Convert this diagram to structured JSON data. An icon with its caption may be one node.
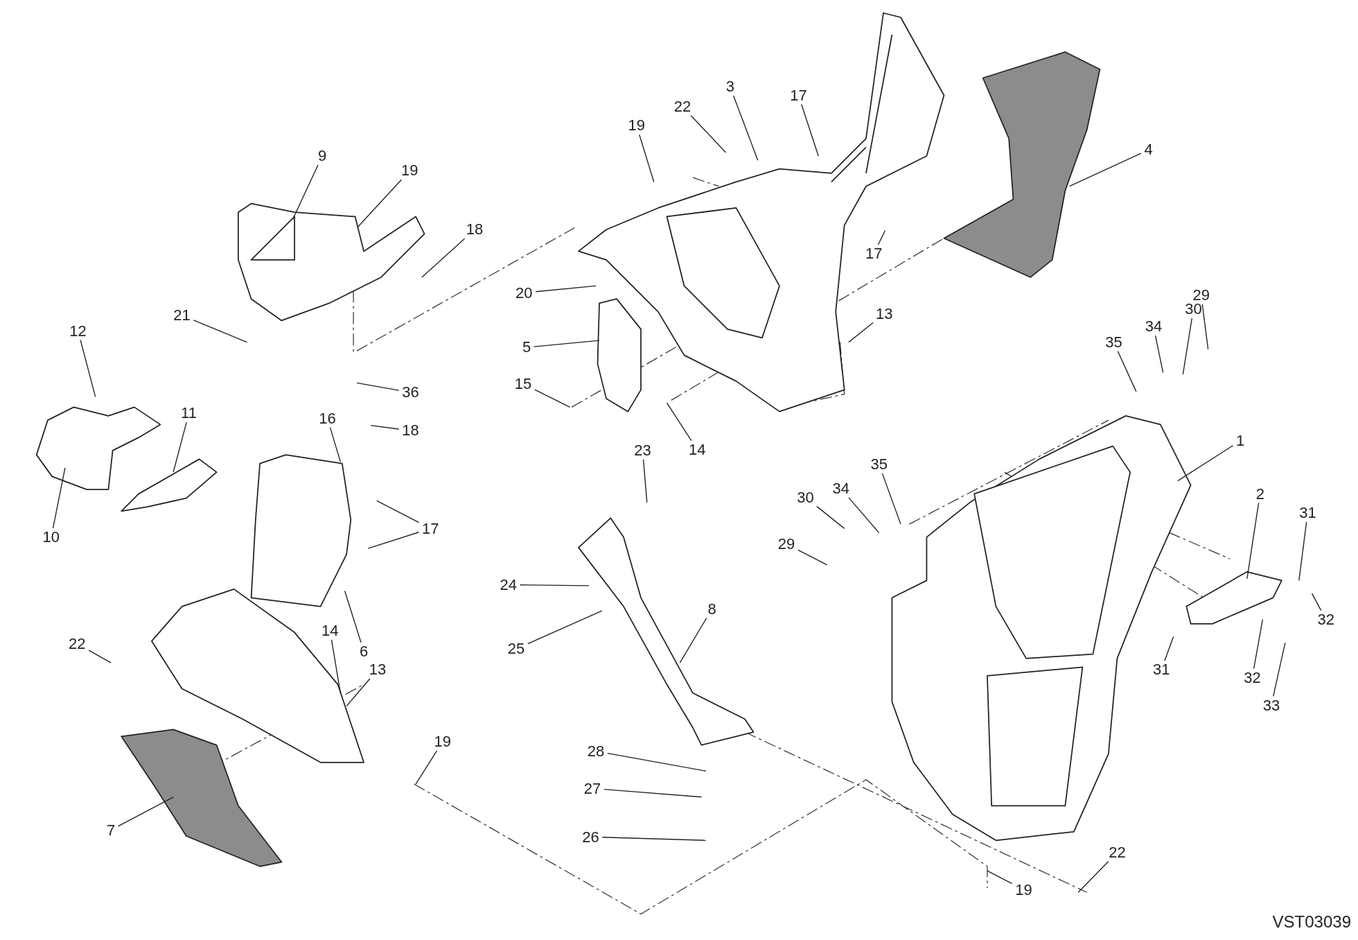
{
  "diagram": {
    "nodes": [
      {
        "text": [
          "3"
        ]
      },
      {
        "text": [
          "17"
        ]
      },
      {
        "text": [
          "22"
        ]
      },
      {
        "text": [
          "19"
        ]
      },
      {
        "text": [
          "4"
        ]
      },
      {
        "text": [
          "9"
        ]
      },
      {
        "text": [
          "19"
        ]
      },
      {
        "text": [
          "18"
        ]
      },
      {
        "text": [
          "17"
        ]
      },
      {
        "text": [
          "20"
        ]
      },
      {
        "text": [
          "21"
        ]
      },
      {
        "text": [
          "13"
        ]
      },
      {
        "text": [
          "5"
        ]
      },
      {
        "text": [
          "12"
        ]
      },
      {
        "text": [
          "36"
        ]
      },
      {
        "text": [
          "15"
        ]
      },
      {
        "text": [
          "14"
        ]
      },
      {
        "text": [
          "18"
        ]
      },
      {
        "text": [
          "35"
        ]
      },
      {
        "text": [
          "34"
        ]
      },
      {
        "text": [
          "30"
        ]
      },
      {
        "text": [
          "29"
        ]
      },
      {
        "text": [
          "11"
        ]
      },
      {
        "text": [
          "10"
        ]
      },
      {
        "text": [
          "16"
        ]
      },
      {
        "text": [
          "23"
        ]
      },
      {
        "text": [
          "17"
        ]
      },
      {
        "text": [
          "1"
        ]
      },
      {
        "text": [
          "2"
        ]
      },
      {
        "text": [
          "31"
        ]
      },
      {
        "text": [
          "30"
        ]
      },
      {
        "text": [
          "34"
        ]
      },
      {
        "text": [
          "35"
        ]
      },
      {
        "text": [
          "29"
        ]
      },
      {
        "text": [
          "24"
        ]
      },
      {
        "text": [
          "6"
        ]
      },
      {
        "text": [
          "8"
        ]
      },
      {
        "text": [
          "25"
        ]
      },
      {
        "text": [
          "22"
        ]
      },
      {
        "text": [
          "14"
        ]
      },
      {
        "text": [
          "13"
        ]
      },
      {
        "text": [
          "32"
        ]
      },
      {
        "text": [
          "32"
        ]
      },
      {
        "text": [
          "31"
        ]
      },
      {
        "text": [
          "33"
        ]
      },
      {
        "text": [
          "19"
        ]
      },
      {
        "text": [
          "28"
        ]
      },
      {
        "text": [
          "27"
        ]
      },
      {
        "text": [
          "26"
        ]
      },
      {
        "text": [
          "7"
        ]
      },
      {
        "text": [
          "19"
        ]
      },
      {
        "text": [
          "22"
        ]
      }
    ],
    "edges": [
      {
        "from": 0,
        "to": null,
        "arrow": "none"
      },
      {
        "from": 1,
        "to": null,
        "arrow": "none"
      },
      {
        "from": 2,
        "to": null,
        "arrow": "none"
      },
      {
        "from": 3,
        "to": null,
        "arrow": "none"
      },
      {
        "from": 4,
        "to": null,
        "arrow": "none"
      },
      {
        "from": 5,
        "to": null,
        "arrow": "none"
      },
      {
        "from": 6,
        "to": null,
        "arrow": "none"
      },
      {
        "from": 7,
        "to": null,
        "arrow": "none"
      },
      {
        "from": 8,
        "to": null,
        "arrow": "none"
      },
      {
        "from": 9,
        "to": null,
        "arrow": "none"
      },
      {
        "from": 10,
        "to": null,
        "arrow": "none"
      },
      {
        "from": 11,
        "to": null,
        "arrow": "none"
      },
      {
        "from": 12,
        "to": null,
        "arrow": "none"
      },
      {
        "from": 13,
        "to": null,
        "arrow": "none"
      },
      {
        "from": 14,
        "to": null,
        "arrow": "none"
      },
      {
        "from": 15,
        "to": null,
        "arrow": "none"
      },
      {
        "from": 16,
        "to": null,
        "arrow": "none"
      },
      {
        "from": 17,
        "to": null,
        "arrow": "none"
      },
      {
        "from": 18,
        "to": null,
        "arrow": "none"
      },
      {
        "from": 19,
        "to": null,
        "arrow": "none"
      },
      {
        "from": 20,
        "to": null,
        "arrow": "none"
      },
      {
        "from": 21,
        "to": null,
        "arrow": "none"
      },
      {
        "from": 22,
        "to": null,
        "arrow": "none"
      },
      {
        "from": 23,
        "to": null,
        "arrow": "none"
      },
      {
        "from": 24,
        "to": null,
        "arrow": "none"
      },
      {
        "from": 25,
        "to": null,
        "arrow": "none"
      },
      {
        "from": 26,
        "to": null,
        "arrow": "none"
      },
      {
        "from": 27,
        "to": null,
        "arrow": "none"
      },
      {
        "from": 28,
        "to": null,
        "arrow": "none"
      },
      {
        "from": 29,
        "to": null,
        "arrow": "none"
      },
      {
        "from": 30,
        "to": null,
        "arrow": "none"
      },
      {
        "from": 31,
        "to": null,
        "arrow": "none"
      },
      {
        "from": 32,
        "to": null,
        "arrow": "none"
      },
      {
        "from": 33,
        "to": null,
        "arrow": "none"
      },
      {
        "from": 34,
        "to": null,
        "arrow": "none"
      },
      {
        "from": 35,
        "to": null,
        "arrow": "none"
      },
      {
        "from": 36,
        "to": null,
        "arrow": "none"
      },
      {
        "from": 37,
        "to": null,
        "arrow": "none"
      },
      {
        "from": 38,
        "to": null,
        "arrow": "none"
      },
      {
        "from": 39,
        "to": null,
        "arrow": "none"
      },
      {
        "from": 40,
        "to": null,
        "arrow": "none"
      },
      {
        "from": 41,
        "to": null,
        "arrow": "none"
      },
      {
        "from": 42,
        "to": null,
        "arrow": "none"
      },
      {
        "from": 43,
        "to": null,
        "arrow": "none"
      },
      {
        "from": 44,
        "to": null,
        "arrow": "none"
      },
      {
        "from": 45,
        "to": null,
        "arrow": "none"
      },
      {
        "from": 46,
        "to": null,
        "arrow": "none"
      },
      {
        "from": 47,
        "to": null,
        "arrow": "none"
      },
      {
        "from": 48,
        "to": null,
        "arrow": "none"
      },
      {
        "from": 49,
        "to": null,
        "arrow": "none"
      },
      {
        "from": 50,
        "to": null,
        "arrow": "none"
      },
      {
        "from": 51,
        "to": null,
        "arrow": "none"
      },
      {
        "from": 26,
        "to": null,
        "arrow": "none"
      }
    ],
    "labels": [
      "VST03039"
    ]
  }
}
